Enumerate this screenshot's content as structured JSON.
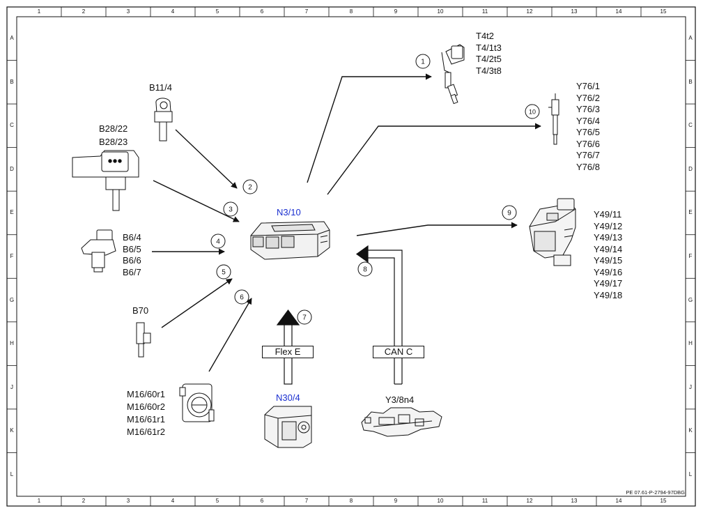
{
  "grid": {
    "columns": [
      "1",
      "2",
      "3",
      "4",
      "5",
      "6",
      "7",
      "8",
      "9",
      "10",
      "11",
      "12",
      "13",
      "14",
      "15"
    ],
    "rows": [
      "A",
      "B",
      "C",
      "D",
      "E",
      "F",
      "G",
      "H",
      "J",
      "K",
      "L"
    ]
  },
  "center_unit": {
    "label": "N3/10"
  },
  "components": {
    "b11_4": {
      "lines": [
        "B11/4"
      ]
    },
    "b28": {
      "lines": [
        "B28/22",
        "B28/23"
      ]
    },
    "b6": {
      "lines": [
        "B6/4",
        "B6/5",
        "B6/6",
        "B6/7"
      ]
    },
    "b70": {
      "lines": [
        "B70"
      ]
    },
    "m16": {
      "lines": [
        "M16/60r1",
        "M16/60r2",
        "M16/61r1",
        "M16/61r2"
      ]
    },
    "n30_4": {
      "lines": [
        "N30/4"
      ]
    },
    "y3_8n4": {
      "lines": [
        "Y3/8n4"
      ]
    },
    "t4": {
      "lines": [
        "T4t2",
        "T4/1t3",
        "T4/2t5",
        "T4/3t8"
      ]
    },
    "y76": {
      "lines": [
        "Y76/1",
        "Y76/2",
        "Y76/3",
        "Y76/4",
        "Y76/5",
        "Y76/6",
        "Y76/7",
        "Y76/8"
      ]
    },
    "y49": {
      "lines": [
        "Y49/11",
        "Y49/12",
        "Y49/13",
        "Y49/14",
        "Y49/15",
        "Y49/16",
        "Y49/17",
        "Y49/18"
      ]
    }
  },
  "bus_labels": {
    "flex_e": "Flex E",
    "can_c": "CAN C"
  },
  "callouts": [
    "1",
    "2",
    "3",
    "4",
    "5",
    "6",
    "7",
    "8",
    "9",
    "10"
  ],
  "document_ref": "PE 07.61-P-2794-97DBG"
}
